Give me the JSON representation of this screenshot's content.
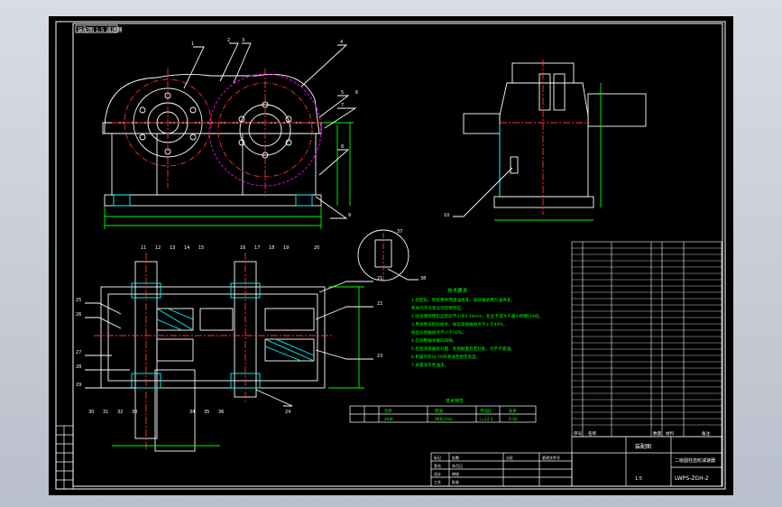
{
  "drawing": {
    "title_tag": "装配图 1:5 减速器",
    "main_title": "装配图",
    "product_name": "二级圆柱齿轮减速器",
    "drawing_number": "LWPS-ZGH-2",
    "tech_req_title": "技术要求",
    "tech_requirements": [
      "1.装配前，所有零件用煤油清洗，滚动轴承用汽油清洗，",
      "  机体内不许有任何杂物存在。",
      "2.啮合侧隙用铅丝检验不小于0.16mm，铅丝不得大于最小侧隙的4倍。",
      "3.用涂色法检验斑点，按齿高接触斑点不小于40%，",
      "  按齿长接触斑点不小于50%。",
      "4.应调整轴承轴向间隙。",
      "5.检查减速器剖分面，各接触面及密封处，均不许漏油。",
      "6.机座内装HJ-50润滑油至规定高度。",
      "7.表面涂灰色油漆。"
    ],
    "spec_title": "技术特性",
    "spec_rows": [
      [
        "功率",
        "转速",
        "传动比",
        "效率"
      ],
      [
        "4kW",
        "960r/min",
        "i=12.5",
        "0.92"
      ]
    ],
    "balloons_top": [
      "1",
      "2",
      "3",
      "4",
      "5",
      "6",
      "7",
      "8",
      "9",
      "10"
    ],
    "balloons_plan": [
      "11",
      "12",
      "13",
      "14",
      "15",
      "16",
      "17",
      "18",
      "19",
      "20",
      "21",
      "22",
      "23",
      "24",
      "25",
      "26",
      "27",
      "28",
      "29",
      "30",
      "31",
      "32",
      "33",
      "34",
      "35",
      "36",
      "37",
      "38"
    ],
    "bom_header": [
      "序号",
      "名称",
      "数量",
      "材料",
      "备注"
    ],
    "bom_rows_count_note": "",
    "title_block_labels": [
      "标记",
      "处数",
      "分区",
      "更改文件号",
      "签名",
      "年月日",
      "设计",
      "审核",
      "工艺",
      "批准"
    ],
    "scale_label": "1:5"
  },
  "colors": {
    "background": "#000000",
    "frame": "#ffffff",
    "outline": "#ffffff",
    "dimension": "#00ff00",
    "centerline": "#ff3333",
    "hidden": "#ff00ff",
    "hatch": "#00ffff",
    "text_green": "#00ff00",
    "yellow": "#ffff00",
    "blue": "#4060ff"
  }
}
